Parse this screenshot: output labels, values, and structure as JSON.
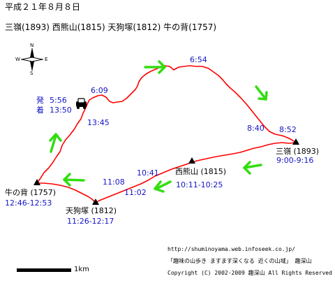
{
  "header": {
    "date": "平成２１年８月８日",
    "route": "三嶺(1893) 西熊山(1815) 天狗塚(1812) 牛の背(1757)"
  },
  "compass": {
    "north": "N",
    "south": "S",
    "east": "E",
    "west": "W"
  },
  "start": {
    "depart_label": "発",
    "depart_time": "5:56",
    "arrive_label": "着",
    "arrive_time": "13:50"
  },
  "peaks": {
    "sanrei": {
      "name": "三嶺 (1893)",
      "time": "9:00-9:16"
    },
    "nishikuma": {
      "name": "西熊山 (1815)",
      "time": "10:11-10:25"
    },
    "tengutsuka": {
      "name": "天狗塚 (1812)",
      "time": "11:26-12:17"
    },
    "ushinose": {
      "name": "牛の背 (1757)",
      "time": "12:46-12:53"
    }
  },
  "times": {
    "t0609": "6:09",
    "t0654": "6:54",
    "t0840": "8:40",
    "t0852": "8:52",
    "t1041": "10:41",
    "t1108": "11:08",
    "t1102": "11:02",
    "t1345": "13:45"
  },
  "scale": {
    "label": "1km"
  },
  "footer": {
    "url": "http://shuminoyama.web.infoseek.co.jp/",
    "tagline": "「趣味の山歩き ますます深くなる 近くの山域」 趣深山",
    "copyright": "Copyright (C) 2002-2009 趣深山 All Rights Reserved"
  },
  "colors": {
    "route": "#ff0000",
    "arrow": "#33dd11",
    "time": "#1414c8",
    "peak": "#000000"
  }
}
